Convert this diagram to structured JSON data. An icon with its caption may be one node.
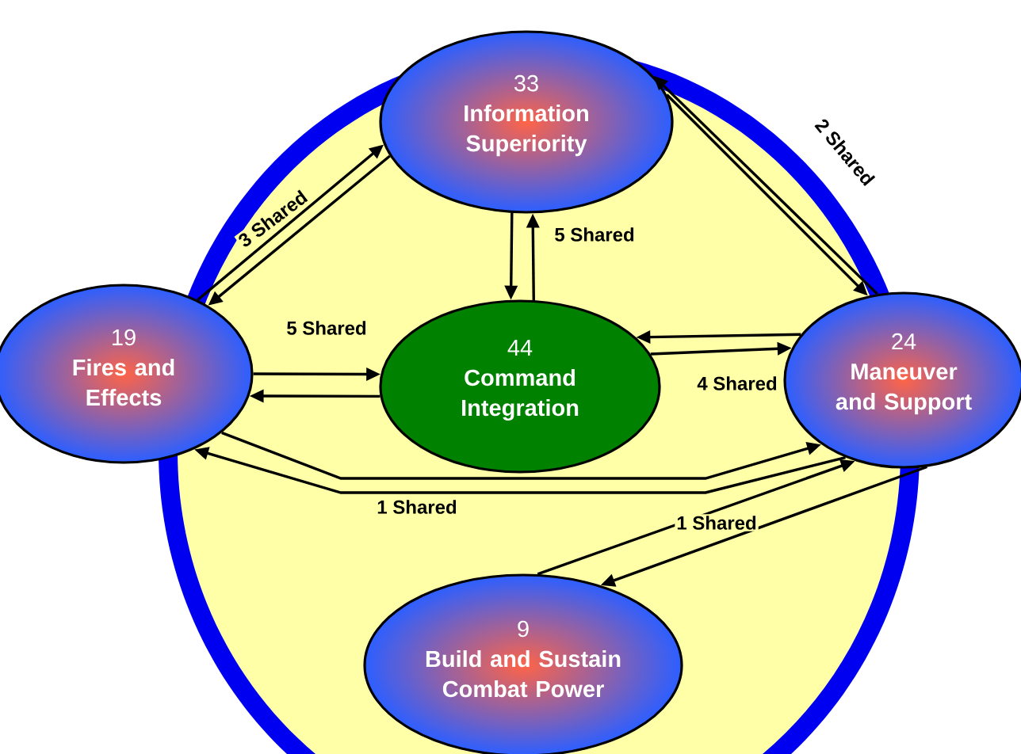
{
  "diagram": {
    "nodes": [
      {
        "text": [
          "33",
          "Information Superiority"
        ]
      },
      {
        "text": [
          "19",
          "Fires and Effects"
        ]
      },
      {
        "text": [
          "44",
          "Command Integration"
        ]
      },
      {
        "text": [
          "24",
          "Maneuver and Support"
        ]
      },
      {
        "text": [
          "9",
          "Build and Sustain Combat Power"
        ]
      }
    ],
    "edges": [
      {
        "from": 1,
        "to": 0,
        "arrow": "to",
        "label": "3 Shared"
      },
      {
        "from": 0,
        "to": 1,
        "arrow": "to"
      },
      {
        "from": 0,
        "to": 2,
        "arrow": "to"
      },
      {
        "from": 2,
        "to": 0,
        "arrow": "to",
        "label": "5 Shared"
      },
      {
        "from": 0,
        "to": 3,
        "arrow": "to"
      },
      {
        "from": 3,
        "to": 0,
        "arrow": "to",
        "label": "2 Shared"
      },
      {
        "from": 1,
        "to": 2,
        "arrow": "to",
        "label": "5 Shared"
      },
      {
        "from": 2,
        "to": 1,
        "arrow": "to"
      },
      {
        "from": 3,
        "to": 2,
        "arrow": "to"
      },
      {
        "from": 2,
        "to": 3,
        "arrow": "to",
        "label": "4 Shared"
      },
      {
        "from": 1,
        "to": 3,
        "arrow": "to"
      },
      {
        "from": 3,
        "to": 1,
        "arrow": "to",
        "label": "1 Shared"
      },
      {
        "from": 4,
        "to": 3,
        "arrow": "to",
        "label": "1 Shared"
      },
      {
        "from": 3,
        "to": 4,
        "arrow": "to"
      }
    ]
  }
}
